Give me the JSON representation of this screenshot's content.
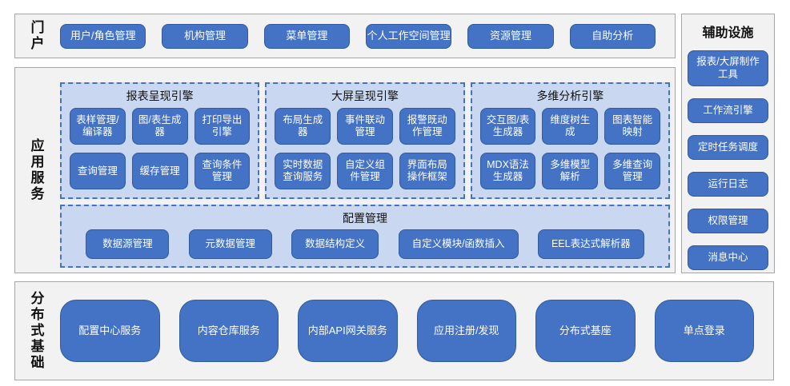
{
  "colors": {
    "accent": "#4472C4",
    "button_border": "#2F5B9C",
    "button_text": "#FFFFFF",
    "panel_bg": "#C9D7F1",
    "panel_border": "#4472C4",
    "section_bg": "#F2F2F2",
    "section_border": "#A6A6A6"
  },
  "portal": {
    "label": "门户",
    "buttons": [
      "用户/角色管理",
      "机构管理",
      "菜单管理",
      "个人工作空间管理",
      "资源管理",
      "自助分析"
    ]
  },
  "app_services": {
    "label": "应用服务",
    "engines": [
      {
        "title": "报表呈现引擎",
        "buttons": [
          "表样管理/编译器",
          "图/表生成器",
          "打印导出引擎",
          "查询管理",
          "缓存管理",
          "查询条件管理"
        ]
      },
      {
        "title": "大屏呈现引擎",
        "buttons": [
          "布局生成器",
          "事件联动管理",
          "报警既动作管理",
          "实时数据查询服务",
          "自定义组件管理",
          "界面布局操作框架"
        ]
      },
      {
        "title": "多维分析引擎",
        "buttons": [
          "交互图/表生成器",
          "维度树生成",
          "图表智能映射",
          "MDX语法生成器",
          "多维模型解析",
          "多维查询管理"
        ]
      }
    ],
    "config": {
      "title": "配置管理",
      "buttons": [
        "数据源管理",
        "元数据管理",
        "数据结构定义",
        "自定义模块/函数插入",
        "EEL表达式解析器"
      ]
    }
  },
  "distributed": {
    "label": "分布式基础",
    "buttons": [
      "配置中心服务",
      "内容仓库服务",
      "内部API网关服务",
      "应用注册/发现",
      "分布式基座",
      "单点登录"
    ]
  },
  "auxiliary": {
    "title": "辅助设施",
    "buttons": [
      "报表/大屏制作工具",
      "工作流引擎",
      "定时任务调度",
      "运行日志",
      "权限管理",
      "消息中心"
    ]
  }
}
